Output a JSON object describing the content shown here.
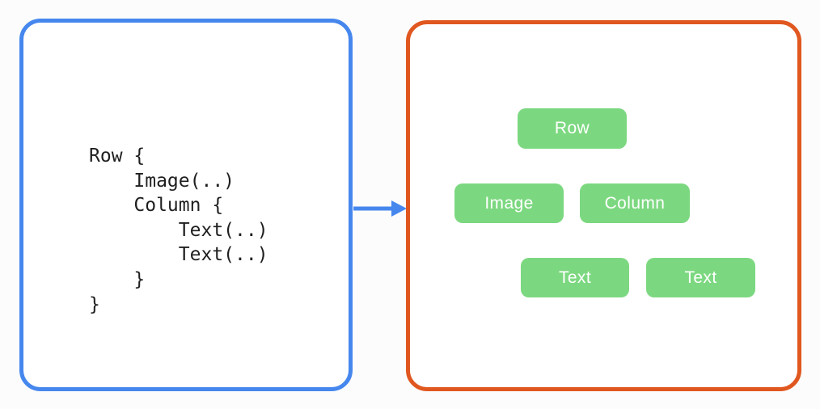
{
  "colors": {
    "page_bg": "#FCFCFC",
    "panel_bg": "#FFFFFF",
    "blue": "#4687EE",
    "orange": "#E0571F",
    "green_fill": "#7CD880",
    "green_line": "#6FCE73",
    "code_text": "#1F1F1F",
    "node_text": "#FFFFFF"
  },
  "code_panel": {
    "language_style": "compose-dsl",
    "lines": [
      "Row {",
      "    Image(..)",
      "    Column {",
      "        Text(..)",
      "        Text(..)",
      "    }",
      "}"
    ]
  },
  "arrow": {
    "direction": "right"
  },
  "tree_panel": {
    "nodes": [
      {
        "id": "row",
        "label": "Row"
      },
      {
        "id": "image",
        "label": "Image"
      },
      {
        "id": "column",
        "label": "Column"
      },
      {
        "id": "text-1",
        "label": "Text"
      },
      {
        "id": "text-2",
        "label": "Text"
      }
    ],
    "edges": [
      {
        "from": "row",
        "to": "image"
      },
      {
        "from": "row",
        "to": "column"
      },
      {
        "from": "column",
        "to": "text-1"
      },
      {
        "from": "column",
        "to": "text-2"
      }
    ]
  }
}
